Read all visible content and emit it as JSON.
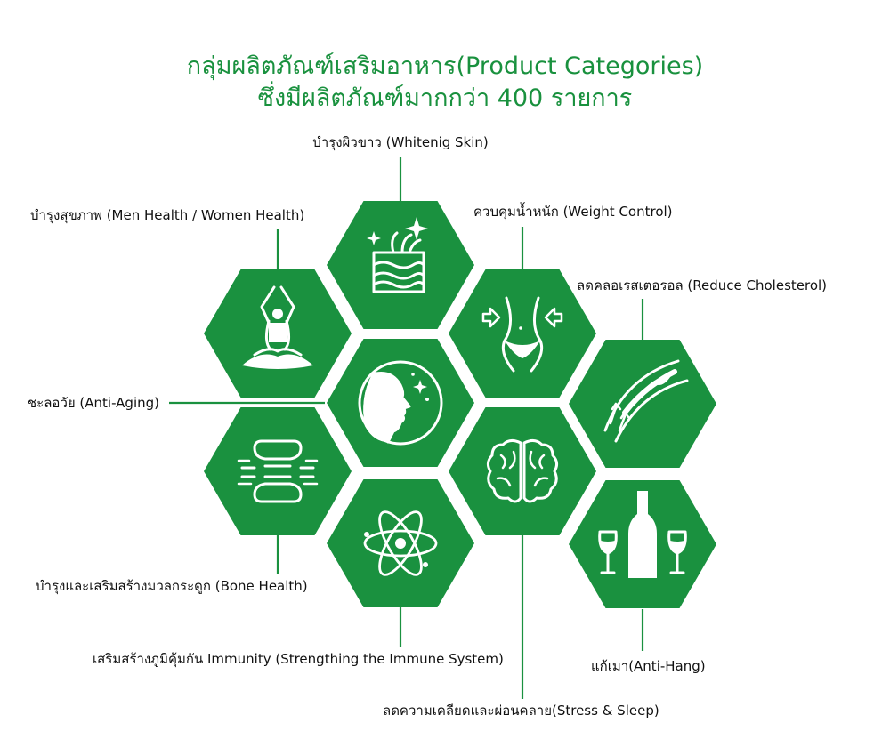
{
  "title": {
    "line1": "กลุ่มผลิตภัณฑ์เสริมอาหาร(Product Categories)",
    "line2": "ซึ่งมีผลิตภัณฑ์มากกว่า 400 รายการ"
  },
  "colors": {
    "hex_green": "#1a913f",
    "title_green": "#19913e",
    "icon": "#ffffff",
    "leader": "#1a913f"
  },
  "categories": [
    {
      "id": "whitening",
      "label": "บำรุงผิวขาว (Whitenig Skin)",
      "icon": "skin-sparkle-icon"
    },
    {
      "id": "men-women",
      "label": "บำรุงสุขภาพ (Men Health / Women Health)",
      "icon": "meditation-icon"
    },
    {
      "id": "weight",
      "label": "ควบคุมน้ำหนัก (Weight Control)",
      "icon": "waist-icon"
    },
    {
      "id": "cholesterol",
      "label": "ลดคลอเรสเตอรอล (Reduce Cholesterol)",
      "icon": "artery-icon"
    },
    {
      "id": "anti-aging",
      "label": "ชะลอวัย (Anti-Aging)",
      "icon": "face-profile-icon"
    },
    {
      "id": "bone",
      "label": "บำรุงและเสริมสร้างมวลกระดูก (Bone Health)",
      "icon": "joint-bone-icon"
    },
    {
      "id": "immunity",
      "label": "เสริมสร้างภูมิคุ้มกัน Immunity (Strengthing the Immune System)",
      "icon": "atom-icon"
    },
    {
      "id": "stress",
      "label": "ลดความเคลียดและผ่อนคลาย(Stress & Sleep)",
      "icon": "brain-icon"
    },
    {
      "id": "anti-hang",
      "label": "แก้เมา(Anti-Hang)",
      "icon": "wine-bottle-icon"
    }
  ]
}
